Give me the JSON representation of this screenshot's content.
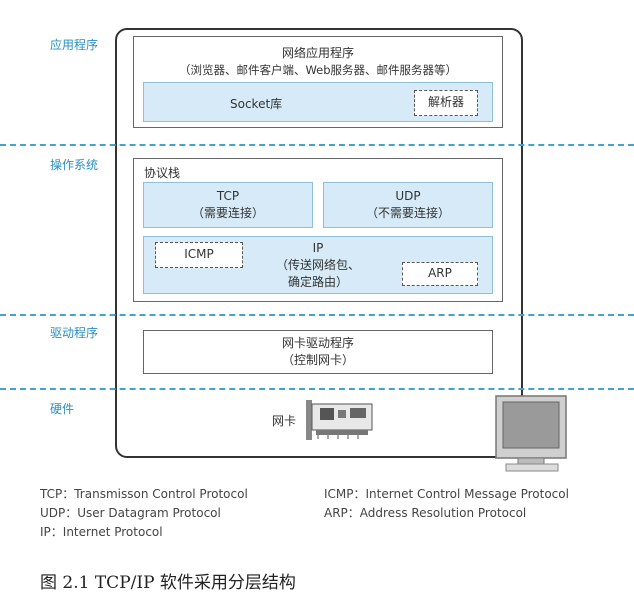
{
  "layers": {
    "application": "应用程序",
    "os": "操作系统",
    "driver": "驱动程序",
    "hardware": "硬件"
  },
  "app_box": {
    "title": "网络应用程序",
    "subtitle": "（浏览器、邮件客户端、Web服务器、邮件服务器等）",
    "socket": "Socket库",
    "resolver": "解析器"
  },
  "stack": {
    "title": "协议栈",
    "tcp": "TCP",
    "tcp_note": "（需要连接）",
    "udp": "UDP",
    "udp_note": "（不需要连接）",
    "ip": "IP",
    "ip_note1": "（传送网络包、",
    "ip_note2": "确定路由）",
    "icmp": "ICMP",
    "arp": "ARP"
  },
  "driver_box": {
    "title": "网卡驱动程序",
    "note": "（控制网卡）"
  },
  "hardware": {
    "nic_label": "网卡"
  },
  "legend": {
    "tcp": "TCP：Transmisson Control Protocol",
    "udp": "UDP：User Datagram Protocol",
    "ip": "IP：Internet Protocol",
    "icmp": "ICMP：Internet Control Message Protocol",
    "arp": "ARP：Address Resolution Protocol"
  },
  "caption": "图 2.1    TCP/IP 软件采用分层结构",
  "colors": {
    "accent": "#2a8fc0",
    "box_fill": "#d6eaf7"
  }
}
